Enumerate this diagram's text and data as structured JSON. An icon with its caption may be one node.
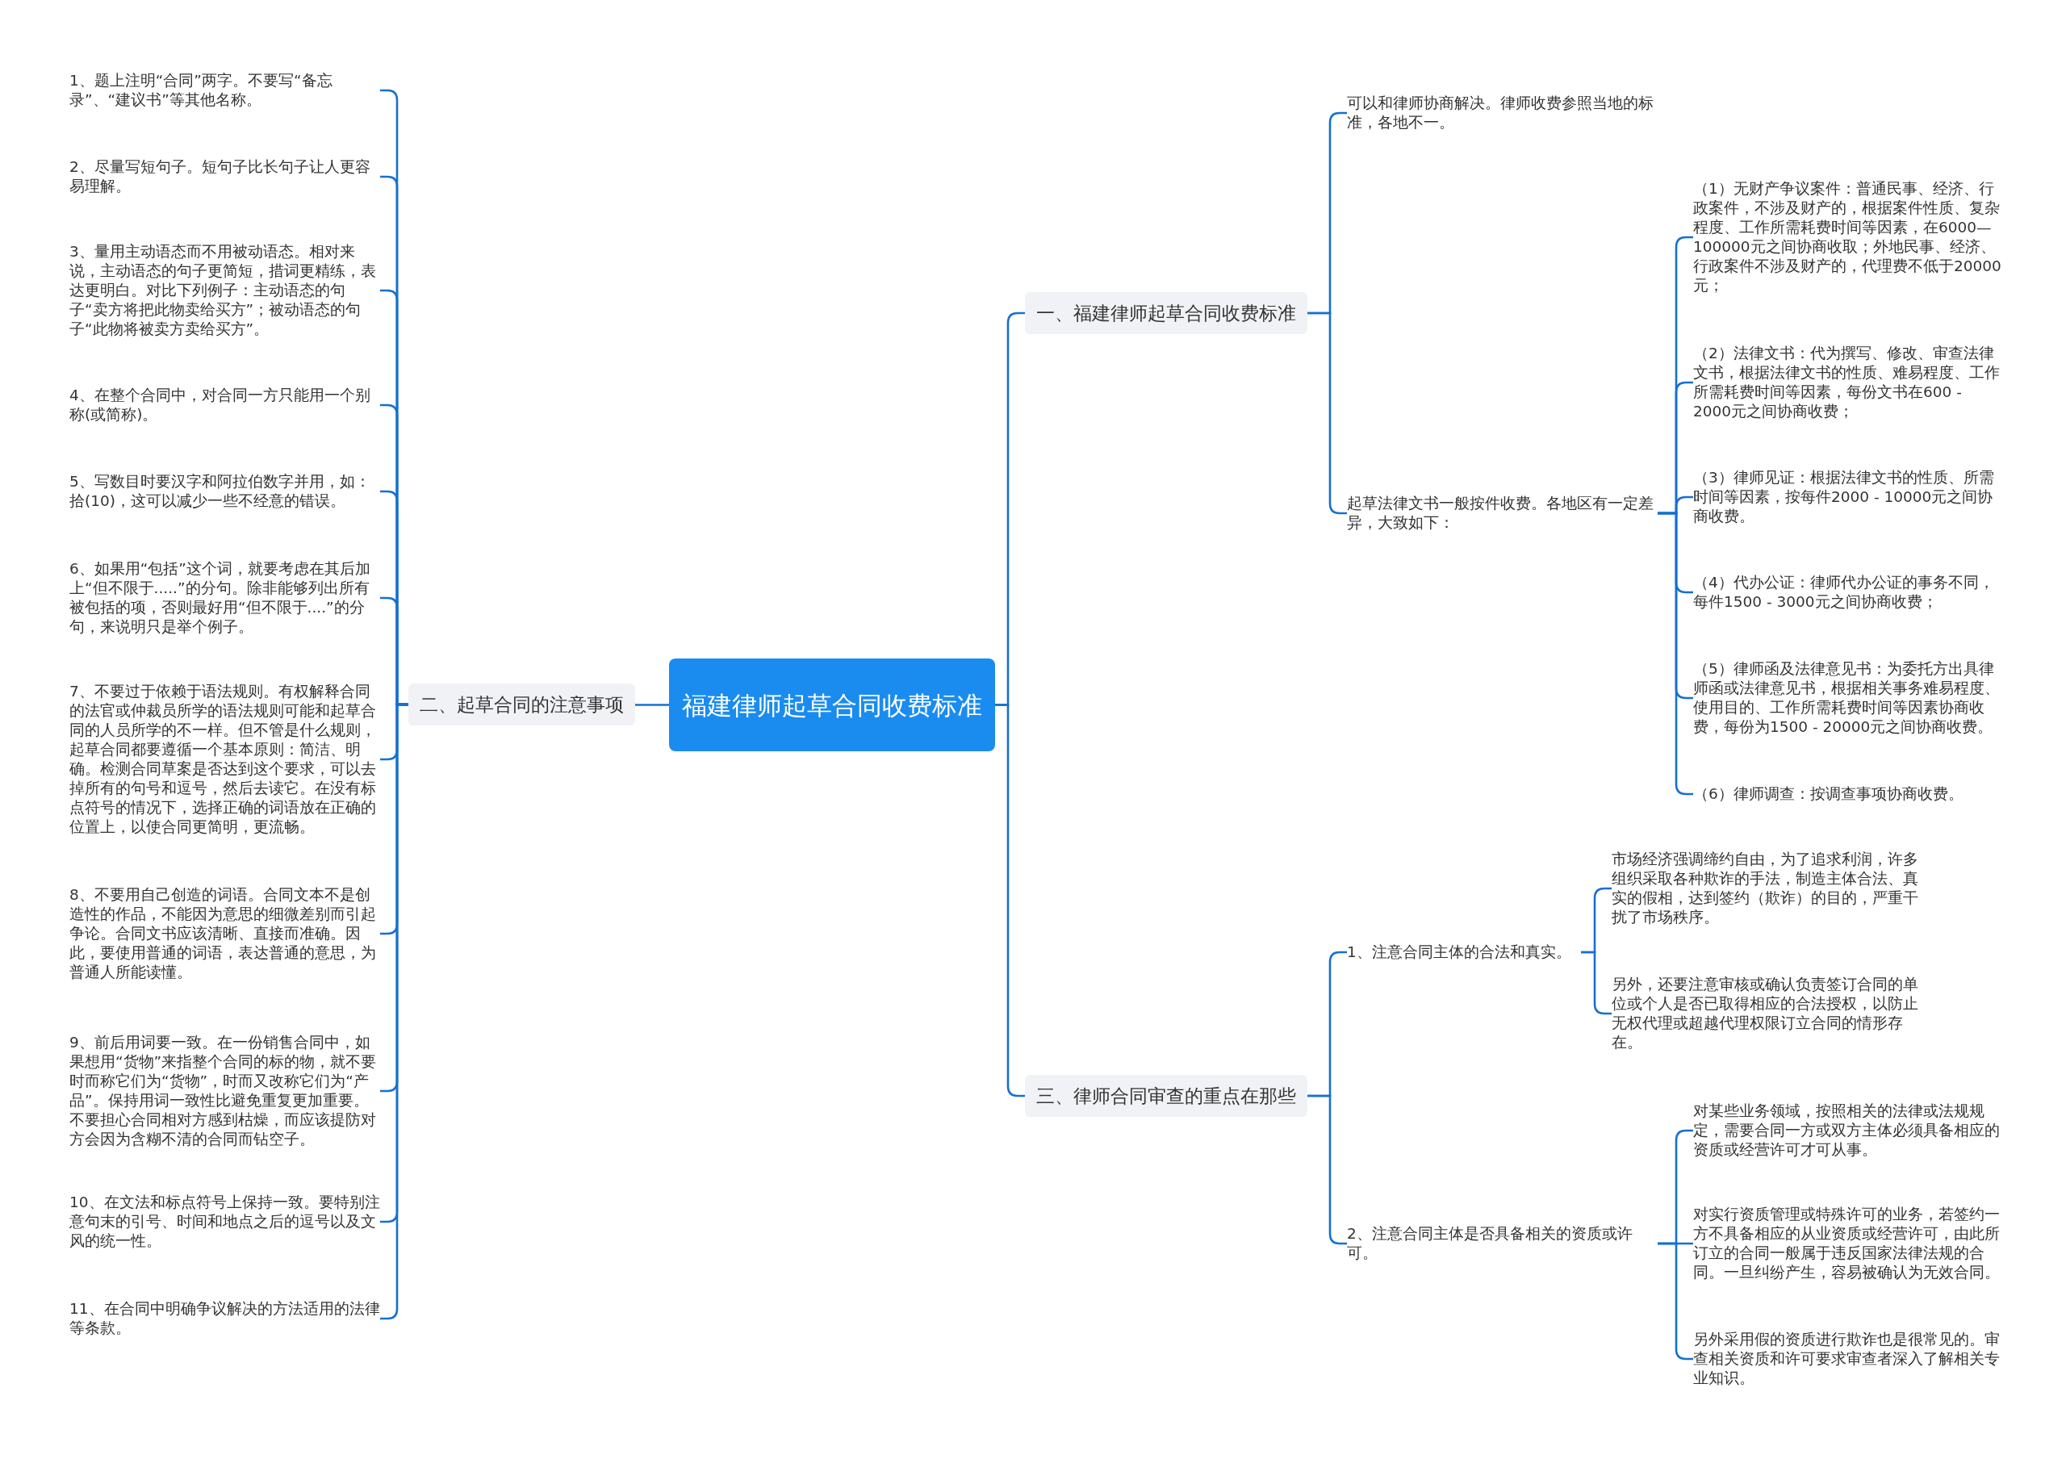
{
  "diagram": {
    "nodes": [
      {
        "text": [
          "福建律师起草合同收费标准"
        ]
      },
      {
        "text": [
          "一、福建律师起草合同收费标准"
        ]
      },
      {
        "text": [
          "可以和律师协商解决。律师收费参照当地的标准，各地不一。"
        ]
      },
      {
        "text": [
          "起草法律文书一般按件收费。各地区有一定差异，大致如下："
        ]
      },
      {
        "text": [
          "（1）无财产争议案件：普通民事、经济、行政案件，不涉及财产的，根据案件性质、复杂程度、工作所需耗费时间等因素，在6000—100000元之间协商收取；外地民事、经济、行政案件不涉及财产的，代理费不低于20000元；"
        ]
      },
      {
        "text": [
          "（2）法律文书：代为撰写、修改、审查法律文书，根据法律文书的性质、难易程度、工作所需耗费时间等因素，每份文书在600 - 2000元之间协商收费；"
        ]
      },
      {
        "text": [
          "（3）律师见证：根据法律文书的性质、所需时间等因素，按每件2000 - 10000元之间协商收费。"
        ]
      },
      {
        "text": [
          "（4）代办公证：律师代办公证的事务不同，每件1500 - 3000元之间协商收费；"
        ]
      },
      {
        "text": [
          "（5）律师函及法律意见书：为委托方出具律师函或法律意见书，根据相关事务难易程度、使用目的、工作所需耗费时间等因素协商收费，每份为1500 - 20000元之间协商收费。"
        ]
      },
      {
        "text": [
          "（6）律师调查：按调查事项协商收费。"
        ]
      },
      {
        "text": [
          "二、起草合同的注意事项"
        ]
      },
      {
        "text": [
          "1、题上注明“合同”两字。不要写“备忘录”、“建议书”等其他名称。"
        ]
      },
      {
        "text": [
          "2、尽量写短句子。短句子比长句子让人更容易理解。"
        ]
      },
      {
        "text": [
          "3、量用主动语态而不用被动语态。相对来说，主动语态的句子更简短，措词更精练，表达更明白。对比下列例子：主动语态的句子“卖方将把此物卖给买方”；被动语态的句子“此物将被卖方卖给买方”。"
        ]
      },
      {
        "text": [
          "4、在整个合同中，对合同一方只能用一个别称(或简称)。"
        ]
      },
      {
        "text": [
          "5、写数目时要汉字和阿拉伯数字并用，如：拾(10)，这可以减少一些不经意的错误。"
        ]
      },
      {
        "text": [
          "6、如果用“包括”这个词，就要考虑在其后加上“但不限于.....”的分句。除非能够列出所有被包括的项，否则最好用“但不限于....”的分句，来说明只是举个例子。"
        ]
      },
      {
        "text": [
          "7、不要过于依赖于语法规则。有权解释合同的法官或仲裁员所学的语法规则可能和起草合同的人员所学的不一样。但不管是什么规则，起草合同都要遵循一个基本原则：简洁、明确。检测合同草案是否达到这个要求，可以去掉所有的句号和逗号，然后去读它。在没有标点符号的情况下，选择正确的词语放在正确的位置上，以使合同更简明，更流畅。"
        ]
      },
      {
        "text": [
          "8、不要用自己创造的词语。合同文本不是创造性的作品，不能因为意思的细微差别而引起争论。合同文书应该清晰、直接而准确。因此，要使用普通的词语，表达普通的意思，为普通人所能读懂。"
        ]
      },
      {
        "text": [
          "9、前后用词要一致。在一份销售合同中，如果想用“货物”来指整个合同的标的物，就不要时而称它们为“货物”，时而又改称它们为“产品”。保持用词一致性比避免重复更加重要。不要担心合同相对方感到枯燥，而应该提防对方会因为含糊不清的合同而钻空子。"
        ]
      },
      {
        "text": [
          "10、在文法和标点符号上保持一致。要特别注意句末的引号、时间和地点之后的逗号以及文风的统一性。"
        ]
      },
      {
        "text": [
          "11、在合同中明确争议解决的方法适用的法律等条款。"
        ]
      },
      {
        "text": [
          "三、律师合同审查的重点在那些"
        ]
      },
      {
        "text": [
          "1、注意合同主体的合法和真实。"
        ]
      },
      {
        "text": [
          "市场经济强调缔约自由，为了追求利润，许多组织采取各种欺诈的手法，制造主体合法、真实的假相，达到签约（欺诈）的目的，严重干扰了市场秩序。"
        ]
      },
      {
        "text": [
          "另外，还要注意审核或确认负责签订合同的单位或个人是否已取得相应的合法授权，以防止无权代理或超越代理权限订立合同的情形存在。"
        ]
      },
      {
        "text": [
          "2、注意合同主体是否具备相关的资质或许可。"
        ]
      },
      {
        "text": [
          "对某些业务领域，按照相关的法律或法规规定，需要合同一方或双方主体必须具备相应的资质或经营许可才可从事。"
        ]
      },
      {
        "text": [
          "对实行资质管理或特殊许可的业务，若签约一方不具备相应的从业资质或经营许可，由此所订立的合同一般属于违反国家法律法规的合同。一旦纠纷产生，容易被确认为无效合同。"
        ]
      },
      {
        "text": [
          "另外采用假的资质进行欺诈也是很常见的。审查相关资质和许可要求审查者深入了解相关专业知识。"
        ]
      }
    ],
    "edges": [
      {
        "from": 0,
        "to": 1,
        "arrow": "none"
      },
      {
        "from": 1,
        "to": 2,
        "arrow": "none"
      },
      {
        "from": 1,
        "to": 3,
        "arrow": "none"
      },
      {
        "from": 3,
        "to": 4,
        "arrow": "none"
      },
      {
        "from": 3,
        "to": 5,
        "arrow": "none"
      },
      {
        "from": 3,
        "to": 6,
        "arrow": "none"
      },
      {
        "from": 3,
        "to": 7,
        "arrow": "none"
      },
      {
        "from": 3,
        "to": 8,
        "arrow": "none"
      },
      {
        "from": 3,
        "to": 9,
        "arrow": "none"
      },
      {
        "from": 0,
        "to": 10,
        "arrow": "none"
      },
      {
        "from": 10,
        "to": 11,
        "arrow": "none"
      },
      {
        "from": 10,
        "to": 12,
        "arrow": "none"
      },
      {
        "from": 10,
        "to": 13,
        "arrow": "none"
      },
      {
        "from": 10,
        "to": 14,
        "arrow": "none"
      },
      {
        "from": 10,
        "to": 15,
        "arrow": "none"
      },
      {
        "from": 10,
        "to": 16,
        "arrow": "none"
      },
      {
        "from": 10,
        "to": 17,
        "arrow": "none"
      },
      {
        "from": 10,
        "to": 18,
        "arrow": "none"
      },
      {
        "from": 10,
        "to": 19,
        "arrow": "none"
      },
      {
        "from": 10,
        "to": 20,
        "arrow": "none"
      },
      {
        "from": 10,
        "to": 21,
        "arrow": "none"
      },
      {
        "from": 0,
        "to": 22,
        "arrow": "none"
      },
      {
        "from": 22,
        "to": 23,
        "arrow": "none"
      },
      {
        "from": 22,
        "to": 26,
        "arrow": "none"
      },
      {
        "from": 23,
        "to": 24,
        "arrow": "none"
      },
      {
        "from": 23,
        "to": 25,
        "arrow": "none"
      },
      {
        "from": 26,
        "to": 27,
        "arrow": "none"
      },
      {
        "from": 26,
        "to": 28,
        "arrow": "none"
      },
      {
        "from": 26,
        "to": 29,
        "arrow": "none"
      }
    ]
  }
}
